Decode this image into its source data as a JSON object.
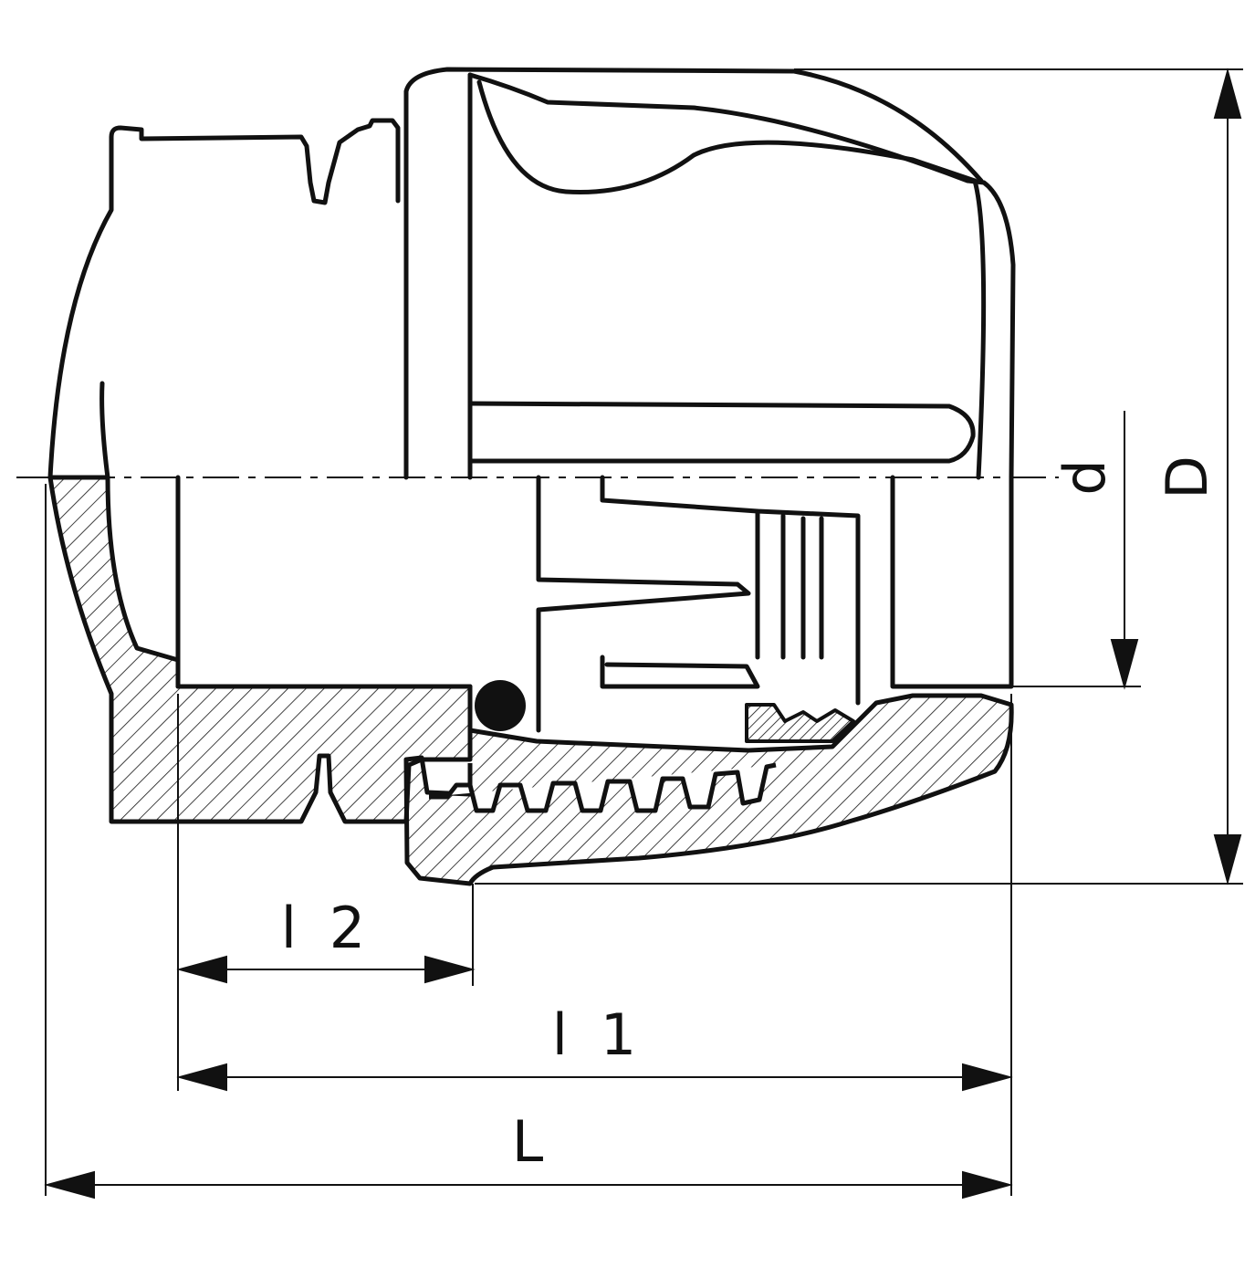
{
  "drawing": {
    "title": "",
    "labels": {
      "l2": "l 2",
      "l1": "l 1",
      "L": "L",
      "d": "d",
      "D": "D"
    },
    "colors": {
      "line": "#111111",
      "hatch": "#111111",
      "background": "#ffffff",
      "seal": "#111111"
    }
  }
}
